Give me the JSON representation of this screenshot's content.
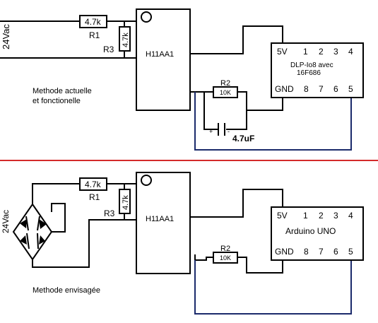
{
  "top": {
    "supply_label": "24Vac",
    "r1": {
      "value": "4.7k",
      "name": "R1"
    },
    "r3": {
      "value": "4.7k",
      "name": "R3"
    },
    "ic_label": "H11AA1",
    "r2": {
      "name": "R2",
      "value": "10K"
    },
    "cap_value": "4.7uF",
    "cap_plus": "+",
    "cap_minus": "-",
    "board": {
      "title_line1": "DLP-Io8 avec",
      "title_line2": "16F686",
      "pins_top": [
        "5V",
        "1",
        "2",
        "3",
        "4"
      ],
      "pins_bottom": [
        "GND",
        "8",
        "7",
        "6",
        "5"
      ]
    },
    "caption_line1": "Methode actuelle",
    "caption_line2": "et fonctionelle"
  },
  "bottom": {
    "supply_label": "24Vac",
    "r1": {
      "value": "4.7k",
      "name": "R1"
    },
    "r3": {
      "value": "4.7k",
      "name": "R3"
    },
    "ic_label": "H11AA1",
    "r2": {
      "name": "R2",
      "value": "10K"
    },
    "board": {
      "title": "Arduino UNO",
      "pins_top": [
        "5V",
        "1",
        "2",
        "3",
        "4"
      ],
      "pins_bottom": [
        "GND",
        "8",
        "7",
        "6",
        "5"
      ]
    },
    "caption": "Methode envisagée"
  },
  "colors": {
    "separator": "#d42a2a",
    "wire": "#000000",
    "signal_wire": "#1b2a6b"
  }
}
